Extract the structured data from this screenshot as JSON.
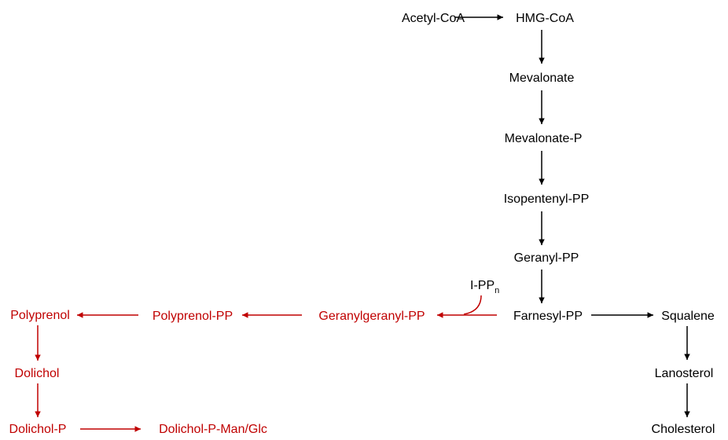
{
  "colors": {
    "main": "#000000",
    "branch": "#c00000"
  },
  "nodes": {
    "acetyl_coa": "Acetyl-CoA",
    "hmg_coa": "HMG-CoA",
    "mevalonate": "Mevalonate",
    "mevalonate_p": "Mevalonate-P",
    "isopentenyl_pp": "Isopentenyl-PP",
    "geranyl_pp": "Geranyl-PP",
    "farnesyl_pp": "Farnesyl-PP",
    "squalene": "Squalene",
    "lanosterol": "Lanosterol",
    "cholesterol": "Cholesterol",
    "geranylgeranyl_pp": "Geranylgeranyl-PP",
    "polyprenol_pp": "Polyprenol-PP",
    "polyprenol": "Polyprenol",
    "dolichol": "Dolichol",
    "dolichol_p": "Dolichol-P",
    "dolichol_p_man_glc": "Dolichol-P-Man/Glc"
  },
  "cofactor": {
    "base": "I-PP",
    "subscript": "n"
  }
}
